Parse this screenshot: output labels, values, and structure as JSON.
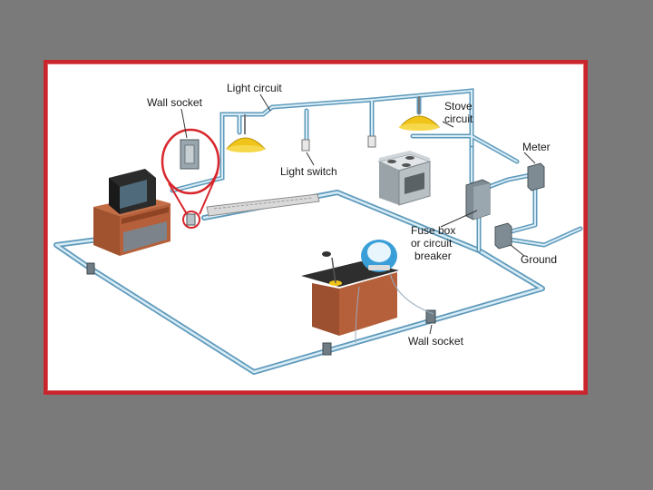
{
  "labels": {
    "light_circuit": "Light circuit",
    "wall_socket_top": "Wall socket",
    "stove_line1": "Stove",
    "stove_line2": "circuit",
    "meter": "Meter",
    "light_switch": "Light switch",
    "fuse_line1": "Fuse box",
    "fuse_line2": "or circuit",
    "fuse_line3": "breaker",
    "ground": "Ground",
    "wall_socket_bottom": "Wall socket"
  },
  "colors": {
    "background": "#7a7a7a",
    "frame_border": "#c8262c",
    "wire": "#6aa6c8",
    "wire_light": "#cfe6f2",
    "lamp": "#f0c419",
    "highlight_circle": "#d8262c",
    "wood": "#b5603a"
  }
}
